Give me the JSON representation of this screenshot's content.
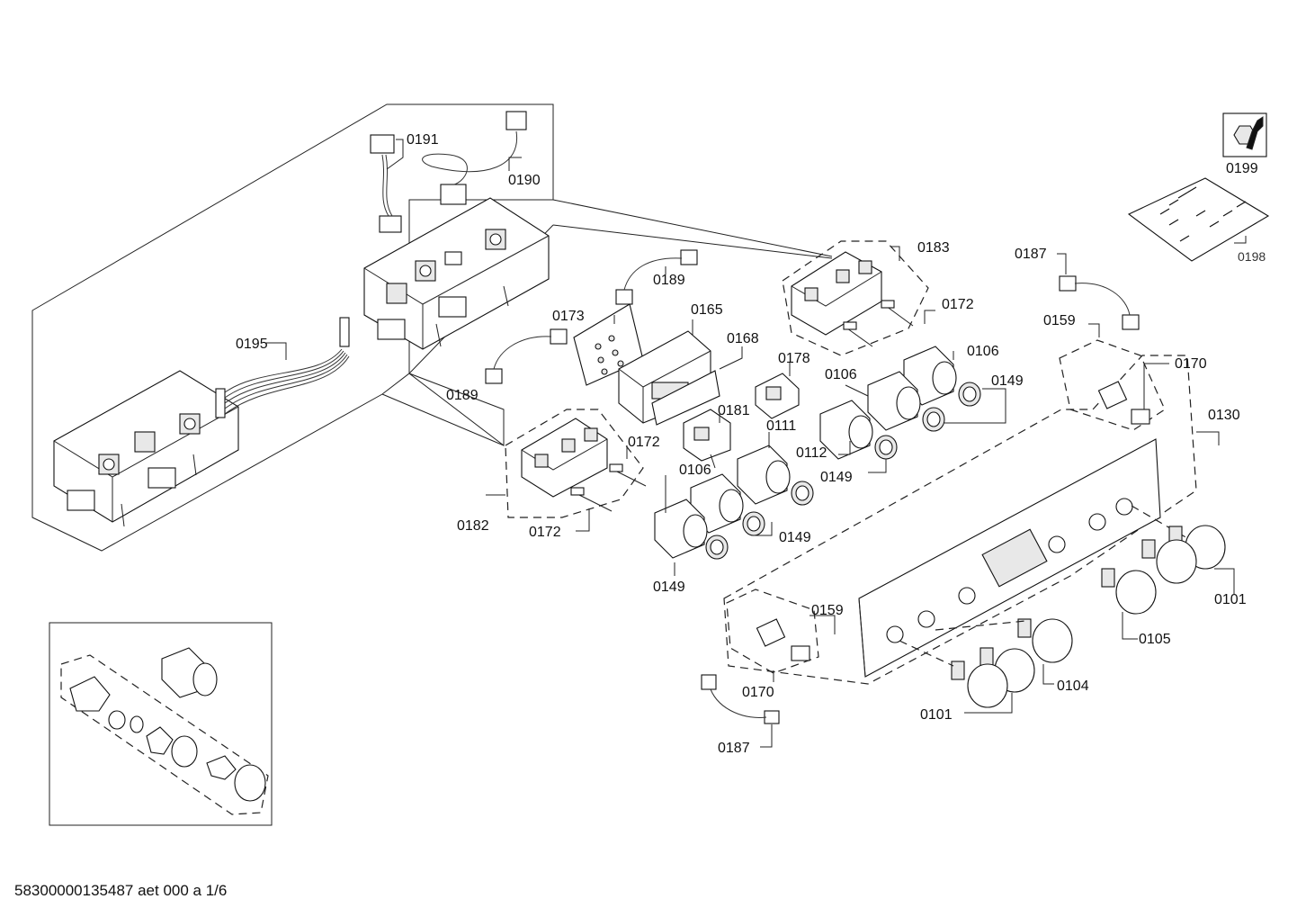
{
  "document_id": "58300000135487 aet 000 a 1/6",
  "part_labels": {
    "p0191": "0191",
    "p0190": "0190",
    "p0195": "0195",
    "p0199": "0199",
    "p0198": "0198",
    "p0183": "0183",
    "p0172_a": "0172",
    "p0172_b": "0172",
    "p0172_c": "0172",
    "p0187_a": "0187",
    "p0187_b": "0187",
    "p0189_a": "0189",
    "p0189_b": "0189",
    "p0173": "0173",
    "p0165": "0165",
    "p0168": "0168",
    "p0178": "0178",
    "p0106_a": "0106",
    "p0106_b": "0106",
    "p0106_c": "0106",
    "p0149_a": "0149",
    "p0149_b": "0149",
    "p0149_c": "0149",
    "p0149_d": "0149",
    "p0159_a": "0159",
    "p0159_b": "0159",
    "p0170_a": "0170",
    "p0170_b": "0170",
    "p0130": "0130",
    "p0181": "0181",
    "p0111": "0111",
    "p0112": "0112",
    "p0182": "0182",
    "p0101_a": "0101",
    "p0101_b": "0101",
    "p0105": "0105",
    "p0104": "0104"
  },
  "icons": {
    "tool": "wrench-nut-icon",
    "screw_pack": "screw-bag-icon"
  }
}
